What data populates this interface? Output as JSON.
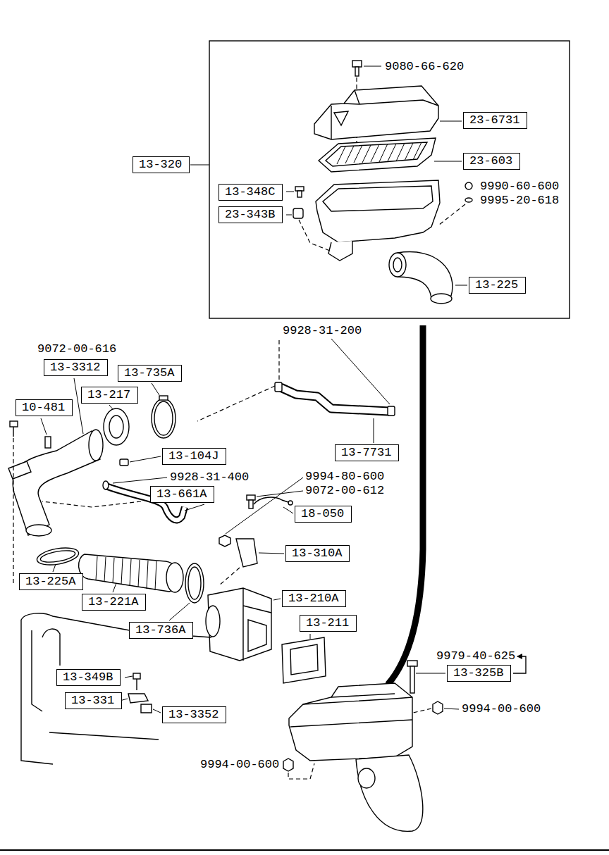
{
  "diagram": {
    "nodes": [
      {
        "text": [
          "23-6731"
        ]
      },
      {
        "text": [
          "13-320"
        ]
      },
      {
        "text": [
          "23-603"
        ]
      },
      {
        "text": [
          "13-348C"
        ]
      },
      {
        "text": [
          "23-343B"
        ]
      },
      {
        "text": [
          "13-225"
        ]
      },
      {
        "text": [
          "13-3312"
        ]
      },
      {
        "text": [
          "13-735A"
        ]
      },
      {
        "text": [
          "13-217"
        ]
      },
      {
        "text": [
          "10-481"
        ]
      },
      {
        "text": [
          "13-7731"
        ]
      },
      {
        "text": [
          "13-104J"
        ]
      },
      {
        "text": [
          "13-661A"
        ]
      },
      {
        "text": [
          "18-050"
        ]
      },
      {
        "text": [
          "13-310A"
        ]
      },
      {
        "text": [
          "13-225A"
        ]
      },
      {
        "text": [
          "13-210A"
        ]
      },
      {
        "text": [
          "13-221A"
        ]
      },
      {
        "text": [
          "13-211"
        ]
      },
      {
        "text": [
          "13-736A"
        ]
      },
      {
        "text": [
          "13-325B"
        ]
      },
      {
        "text": [
          "13-349B"
        ]
      },
      {
        "text": [
          "13-331"
        ]
      },
      {
        "text": [
          "13-3352"
        ]
      }
    ],
    "labels": [
      "9080-66-620",
      "9990-60-600",
      "9995-20-618",
      "9928-31-200",
      "9072-00-616",
      "9928-31-400",
      "9994-80-600",
      "9072-00-612",
      "9979-40-625",
      "9994-00-600",
      "9994-00-600"
    ]
  }
}
